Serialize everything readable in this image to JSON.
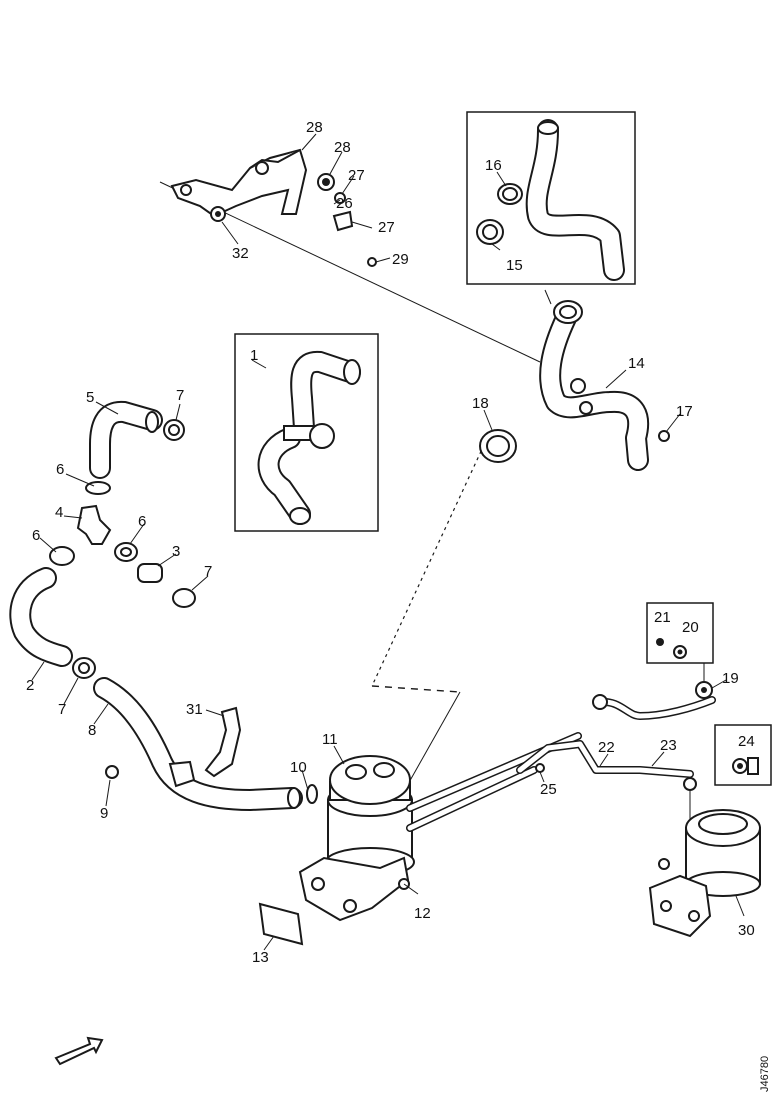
{
  "callouts": {
    "c1": "1",
    "c2": "2",
    "c3": "3",
    "c4": "4",
    "c5": "5",
    "c6a": "6",
    "c6b": "6",
    "c6c": "6",
    "c7a": "7",
    "c7b": "7",
    "c7c": "7",
    "c8": "8",
    "c9": "9",
    "c10": "10",
    "c11": "11",
    "c12": "12",
    "c13": "13",
    "c14": "14",
    "c15": "15",
    "c16": "16",
    "c17": "17",
    "c18": "18",
    "c19": "19",
    "c20": "20",
    "c21": "21",
    "c22": "22",
    "c23": "23",
    "c24": "24",
    "c25": "25",
    "c26": "26",
    "c27a": "27",
    "c27b": "27",
    "c28a": "28",
    "c28b": "28",
    "c29": "29",
    "c30": "30",
    "c31": "31",
    "c32": "32"
  },
  "reference": "J46780",
  "icons": {
    "direction": "arrow-icon"
  },
  "colors": {
    "ink": "#1a1a1a",
    "paper": "#ffffff"
  }
}
